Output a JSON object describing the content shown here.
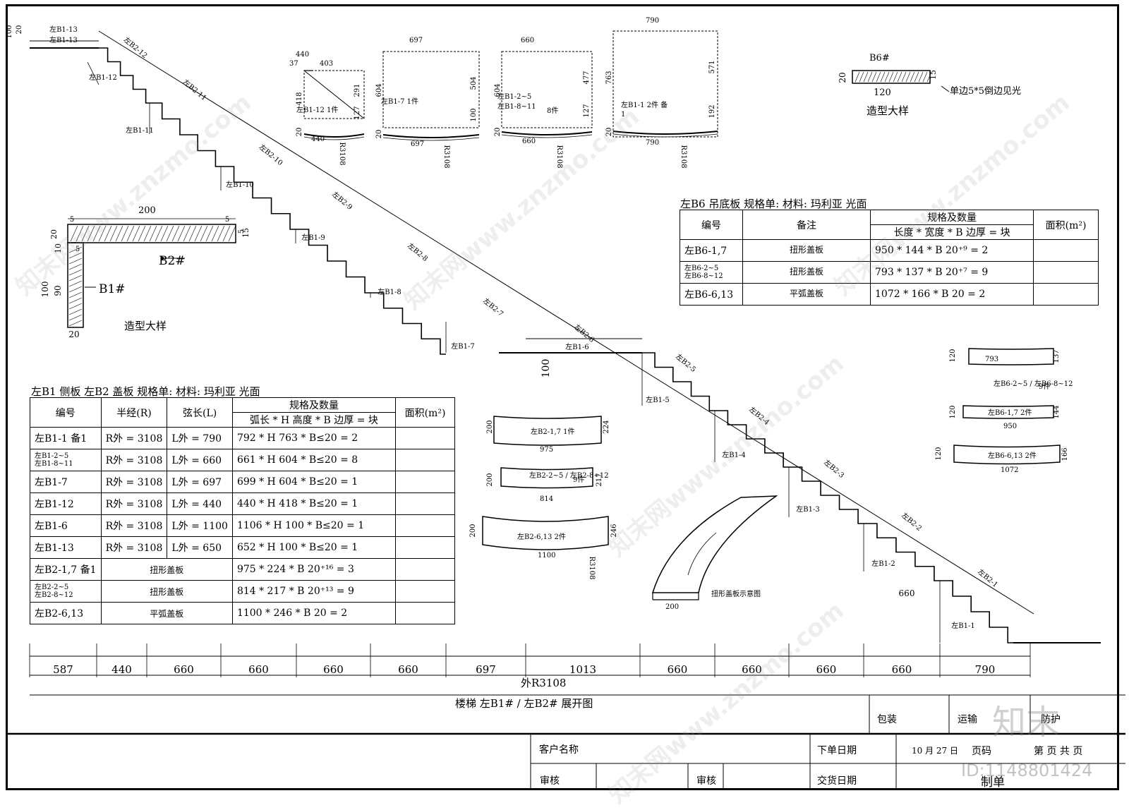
{
  "stair": {
    "b1_labels": [
      "左B1-13",
      "左B1-12",
      "左B1-11",
      "左B1-10",
      "左B1-9",
      "左B1-8",
      "左B1-7",
      "左B1-6",
      "左B1-5",
      "左B1-4",
      "左B1-3",
      "左B1-2",
      "左B1-1"
    ],
    "b2_labels": [
      "左B2-12",
      "左B2-11",
      "左B2-10",
      "左B2-9",
      "左B2-8",
      "左B2-7",
      "左B2-6",
      "左B2-5",
      "左B2-4",
      "左B2-3",
      "左B2-2",
      "左B2-1"
    ],
    "top_b1_label": "左B1-13",
    "top_dims": [
      "100",
      "20"
    ],
    "landing_dim": "100",
    "step_660": "660",
    "bottom_dims": [
      "587",
      "440",
      "660",
      "660",
      "660",
      "660",
      "697",
      "1013",
      "660",
      "660",
      "660",
      "660",
      "790"
    ],
    "radius_label": "外R3108",
    "caption": "楼梯 左B1# / 左B2# 展开图"
  },
  "panels": {
    "p12": {
      "w_top": "440",
      "a": "37",
      "b": "403",
      "h_left": "418",
      "h_right_a": "291",
      "h_right_b": "127",
      "label": "左B1-12 1件",
      "thick": "20",
      "w_bot": "440",
      "r": "R3108"
    },
    "p7": {
      "w_top": "697",
      "h_left": "604",
      "h_right_a": "504",
      "h_right_b": "100",
      "label": "左B1-7 1件",
      "thick": "20",
      "w_bot": "697",
      "r": "R3108"
    },
    "p2": {
      "w_top": "660",
      "h_left": "604",
      "h_right_a": "477",
      "h_right_b": "127",
      "label_a": "左B1-2~5",
      "label_b": "左B1-8~11",
      "count": "8件",
      "thick": "20",
      "w_bot": "660",
      "r": "R3108"
    },
    "p1": {
      "w_top": "790",
      "h_left": "763",
      "h_right_a": "571",
      "h_right_b": "192",
      "label_a": "左B1-1 2件 备",
      "label_b": "1",
      "thick": "20",
      "w_bot": "790",
      "r": "R3108"
    }
  },
  "detail_b6": {
    "tag": "B6#",
    "h": "20",
    "h2": "15",
    "w": "120",
    "note": "单边5*5倒边见光",
    "caption": "造型大样"
  },
  "detail_b": {
    "w": "200",
    "a": "5",
    "b": "5",
    "c": "5",
    "h1": "20",
    "h2": "15",
    "h3": "10",
    "h4": "5",
    "v1": "100",
    "v2": "90",
    "bot": "20",
    "tag_b2": "B2#",
    "tag_b1": "B1#",
    "caption": "造型大样"
  },
  "table_b6": {
    "title": "左B6 吊底板 规格单: 材料: 玛利亚 光面",
    "h_code": "编号",
    "h_note": "备注",
    "h_spec": "规格及数量",
    "h_spec_sub": "长度 * 宽度 * B 边厚 = 块",
    "h_area": "面积(m²)",
    "rows": [
      {
        "code": "左B6-1,7",
        "note": "扭形盖板",
        "spec": "950 * 144 * B 20⁺⁹ = 2"
      },
      {
        "code": "左B6-2~5 / 左B6-8~12",
        "note": "扭形盖板",
        "spec": "793 * 137 * B 20⁺⁷ = 9"
      },
      {
        "code": "左B6-6,13",
        "note": "平弧盖板",
        "spec": "1072 * 166 * B 20   = 2"
      }
    ]
  },
  "table_b1": {
    "title": "左B1 侧板 左B2 盖板 规格单: 材料: 玛利亚 光面",
    "h_code": "编号",
    "h_r": "半经(R)",
    "h_l": "弦长(L)",
    "h_spec": "规格及数量",
    "h_spec_sub": "弧长 * H 高度 * B 边厚 = 块",
    "h_area": "面积(m²)",
    "rows": [
      {
        "code": "左B1-1 备1",
        "r": "R外 = 3108",
        "l": "L外 = 790",
        "spec": "792 * H 763 * B≤20 = 2"
      },
      {
        "code": "左B1-2~5 / 左B1-8~11",
        "r": "R外 = 3108",
        "l": "L外 = 660",
        "spec": "661 * H 604 * B≤20 = 8"
      },
      {
        "code": "左B1-7",
        "r": "R外 = 3108",
        "l": "L外 = 697",
        "spec": "699 * H 604 * B≤20 = 1"
      },
      {
        "code": "左B1-12",
        "r": "R外 = 3108",
        "l": "L外 = 440",
        "spec": "440 * H 418 * B≤20 = 1"
      },
      {
        "code": "左B1-6",
        "r": "R外 = 3108",
        "l": "L外 = 1100",
        "spec": "1106 * H 100 * B≤20 = 1"
      },
      {
        "code": "左B1-13",
        "r": "R外 = 3108",
        "l": "L外 = 650",
        "spec": "652 * H 100 * B≤20 = 1"
      },
      {
        "code": "左B2-1,7 备1",
        "r": "扭形盖板",
        "l": "",
        "spec": "975 * 224 * B 20⁺¹⁶ = 3"
      },
      {
        "code": "左B2-2~5 / 左B2-8~12",
        "r": "扭形盖板",
        "l": "",
        "spec": "814 * 217 * B 20⁺¹³ = 9"
      },
      {
        "code": "左B2-6,13",
        "r": "平弧盖板",
        "l": "",
        "spec": "1100 * 246 * B 20   = 2"
      }
    ]
  },
  "arcs_b2": [
    {
      "label": "左B2-1,7 1件",
      "w": "975",
      "h_l": "200",
      "h_r": "224"
    },
    {
      "label": "左B2-2~5 / 左B2-8~12",
      "count": "9件",
      "w": "814",
      "h_l": "200",
      "h_r": "217"
    },
    {
      "label": "左B2-6,13 2件",
      "w": "1100",
      "h_l": "200",
      "h_r": "246",
      "r": "R3108"
    }
  ],
  "arcs_b6": [
    {
      "label": "左B6-2~5 / 左B6-8~12",
      "count": "9件",
      "w": "793",
      "h_l": "120",
      "h_r": "137"
    },
    {
      "label": "左B6-1,7 2件",
      "w": "950",
      "h_l": "120",
      "h_r": "144"
    },
    {
      "label": "左B6-6,13 2件",
      "w": "1072",
      "h_l": "120",
      "h_r": "166"
    }
  ],
  "twist": {
    "caption": "扭形盖板示意图",
    "w": "200"
  },
  "title_block": {
    "pack": "包装",
    "ship": "运输",
    "install": "防护",
    "customer": "客户名称",
    "order_date": "下单日期",
    "date": "10 月 27 日",
    "page": "页码",
    "page_of": "第 页 共 页",
    "review": "审核",
    "review2": "审核",
    "delivery": "交货日期",
    "maker": "制单"
  },
  "watermark": {
    "text": "知末网www.znzmo.com",
    "logo": "知末",
    "id": "ID:1148801424"
  }
}
